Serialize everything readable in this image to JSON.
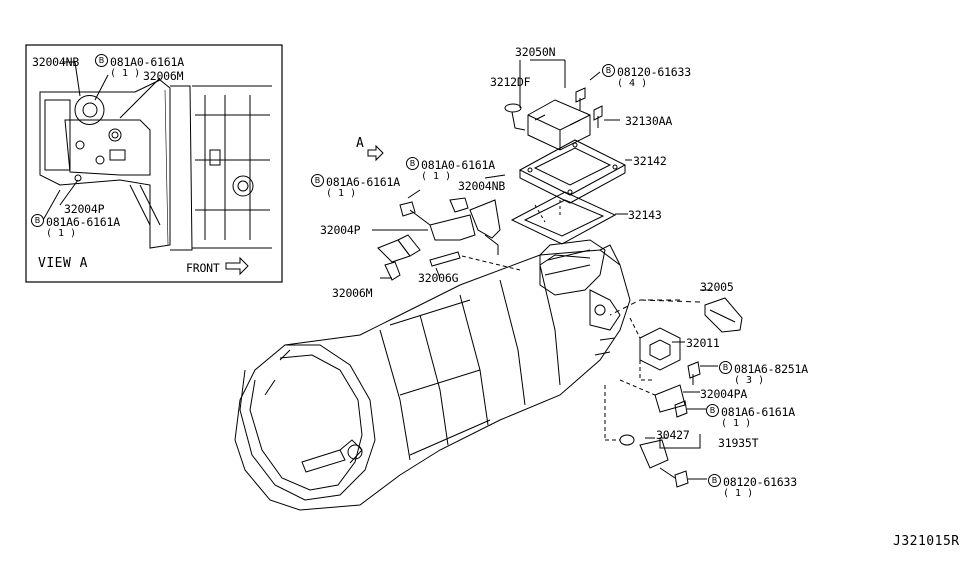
{
  "view_a": {
    "title": "VIEW A",
    "front_label": "FRONT",
    "labels": {
      "l_32004nb": "32004NB",
      "l_081a0": "081A0-6161A",
      "q_081a0": "( 1 )",
      "l_32006m": "32006M",
      "l_32004p": "32004P",
      "l_081a6": "081A6-6161A",
      "q_081a6": "( 1 )"
    }
  },
  "main": {
    "view_arrow_label": "A",
    "labels": {
      "l_32050n": "32050N",
      "l_3212df": "3212DF",
      "l_08120_top": "08120-61633",
      "q_08120_top": "( 4 )",
      "l_32130aa": "32130AA",
      "l_32142": "32142",
      "l_32143": "32143",
      "l_081a0_main": "081A0-6161A",
      "q_081a0_main": "( 1 )",
      "l_081a6_main": "081A6-6161A",
      "q_081a6_main": "( 1 )",
      "l_32004nb_main": "32004NB",
      "l_32004p_main": "32004P",
      "l_32006g": "32006G",
      "l_32006m_main": "32006M",
      "l_32005": "32005",
      "l_32011": "32011",
      "l_081a6_8251": "081A6-8251A",
      "q_081a6_8251": "( 3 )",
      "l_32004pa": "32004PA",
      "l_081a6_right": "081A6-6161A",
      "q_081a6_right": "( 1 )",
      "l_30427": "30427",
      "l_31935t": "31935T",
      "l_08120_bot": "08120-61633",
      "q_08120_bot": "( 1 )"
    }
  },
  "bolt_badge": "B",
  "diagram_code": "J321015R"
}
